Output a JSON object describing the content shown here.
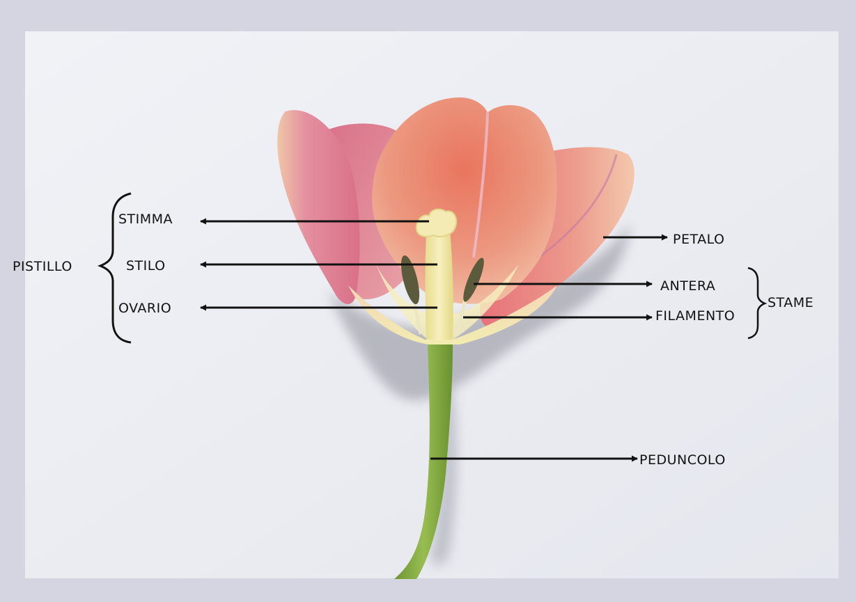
{
  "labels": {
    "stimma": "STIMMA",
    "stilo": "STILO",
    "ovario": "OVARIO",
    "pistillo": "PISTILLO",
    "petalo": "PETALO",
    "antera": "ANTERA",
    "filamento": "FILAMENTO",
    "stame": "STAME",
    "peduncolo": "PEDUNCOLO"
  },
  "colors": {
    "frame": "#d4d5e0",
    "paper": "#eef0f4",
    "petal_pink": "#e0879a",
    "petal_coral": "#e37a66",
    "pistil": "#f1e9a8",
    "anther": "#5b5a3c",
    "stem": "#86ad42",
    "arrow": "#111111"
  }
}
